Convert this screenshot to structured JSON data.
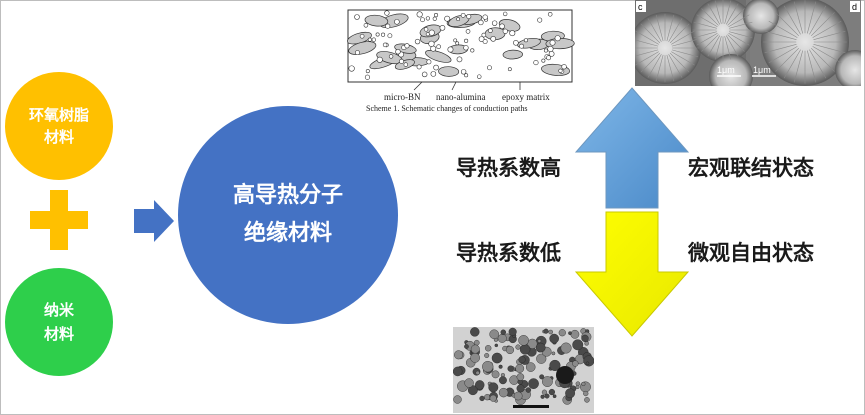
{
  "left": {
    "epoxy_line1": "环氧树脂",
    "epoxy_line2": "材料",
    "nano_line1": "纳米",
    "nano_line2": "材料"
  },
  "main": {
    "line1": "高导热分子",
    "line2": "绝缘材料"
  },
  "labels": {
    "high_conductivity": "导热系数高",
    "low_conductivity": "导热系数低",
    "macro_state": "宏观联结状态",
    "micro_state": "微观自由状态"
  },
  "schematic": {
    "label_bn": "micro-BN",
    "label_alumina": "nano-alumina",
    "label_matrix": "epoxy matrix",
    "caption": "Scheme 1. Schematic changes of conduction paths"
  },
  "sem": {
    "panel_c": "c",
    "panel_d": "d",
    "scale_c": "1μm",
    "scale_d": "1μm"
  },
  "colors": {
    "epoxy": "#ffc000",
    "nano": "#2ecf4b",
    "main": "#4472c4",
    "arrow_up": "#5b9bd5",
    "arrow_down": "#ffff00"
  }
}
